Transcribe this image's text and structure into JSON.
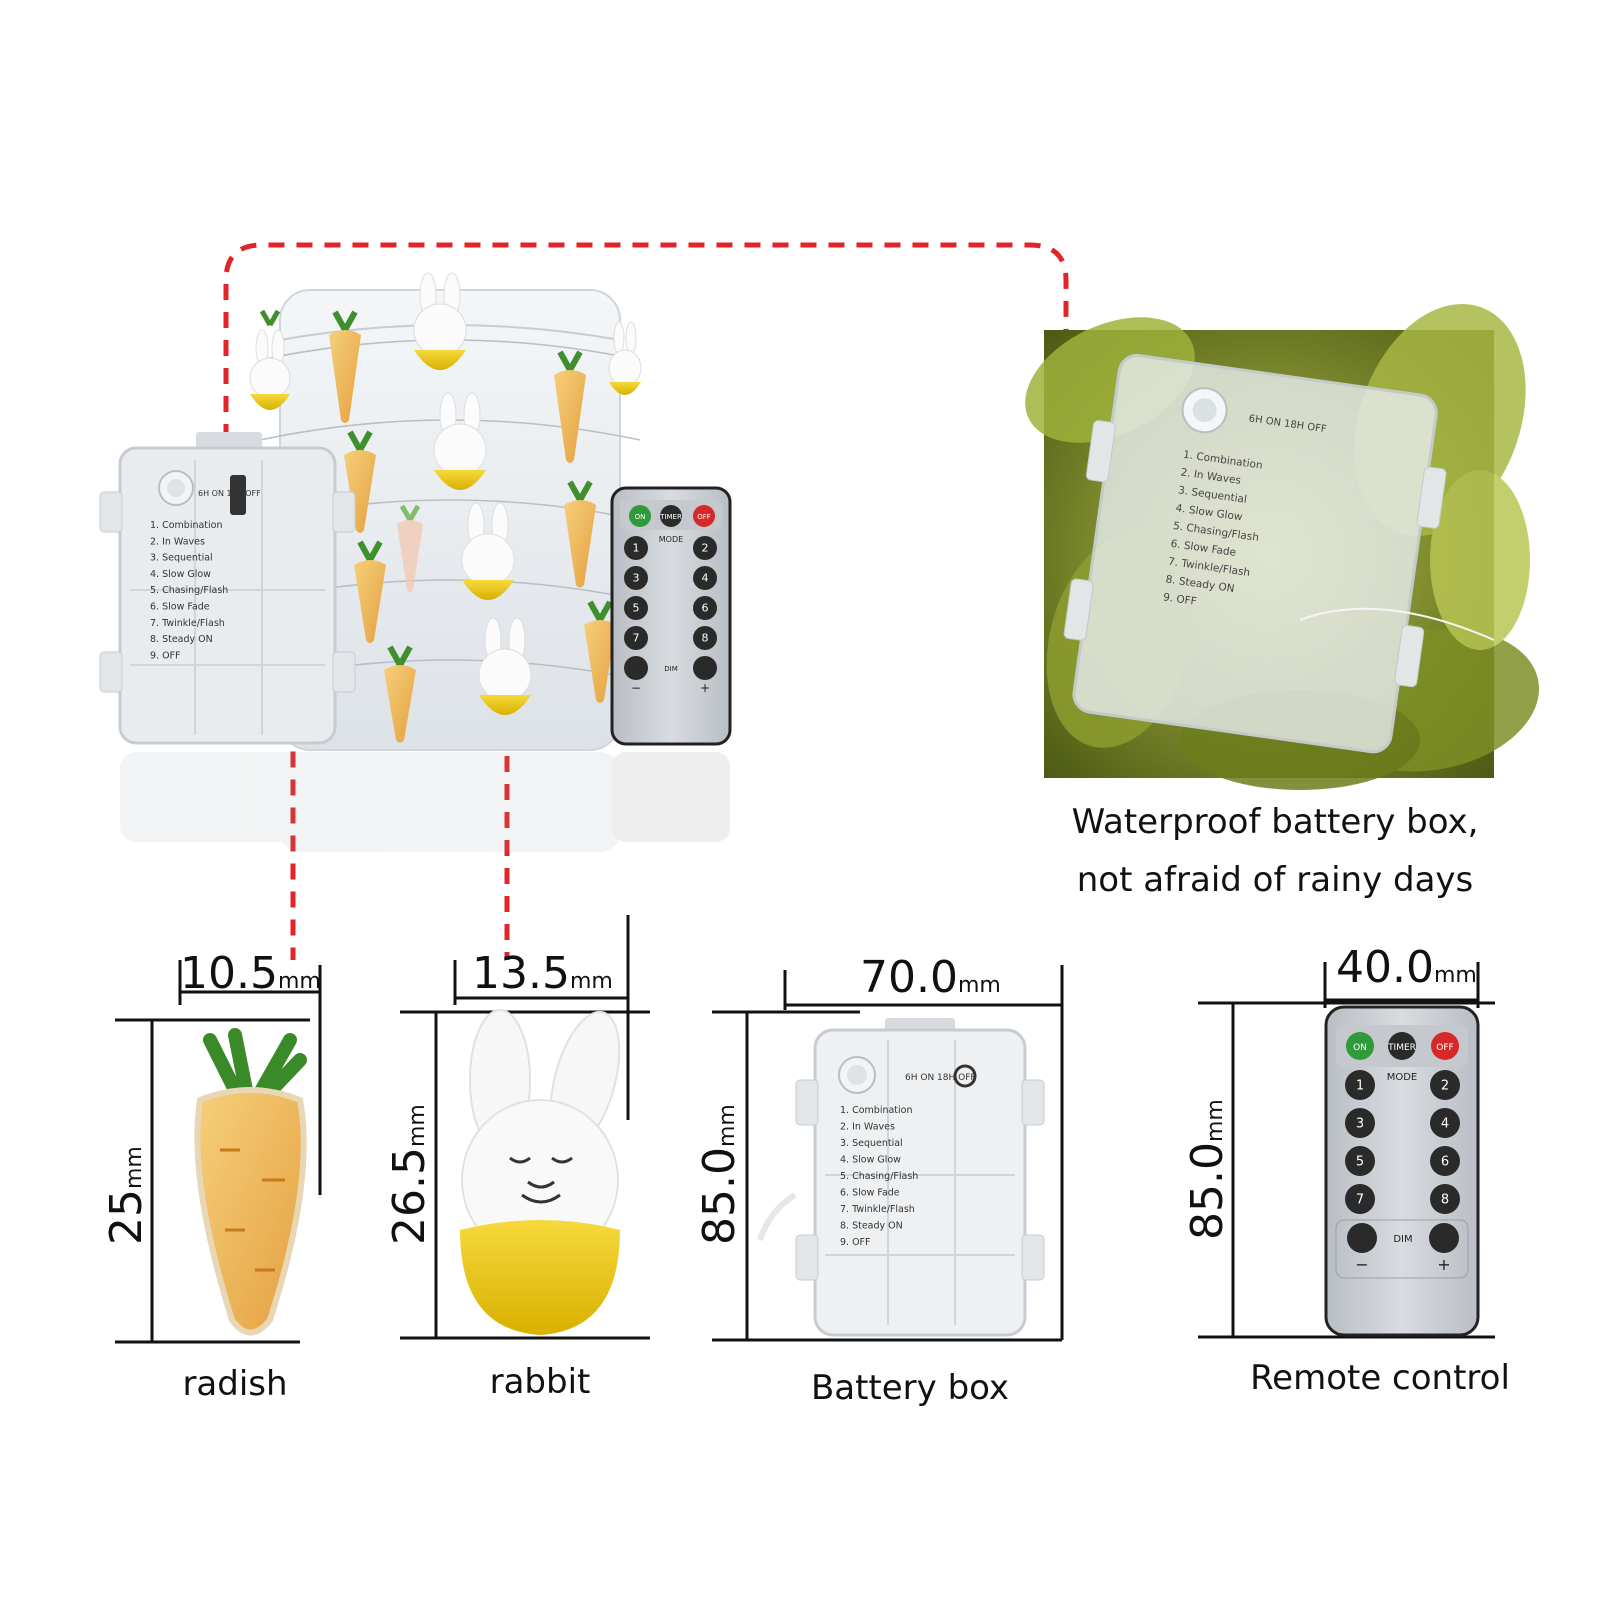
{
  "captions": {
    "waterproof_line1": "Waterproof battery box,",
    "waterproof_line2": "not afraid of rainy days",
    "radish": "radish",
    "rabbit": "rabbit",
    "battery_box": "Battery box",
    "remote_control": "Remote control"
  },
  "dimensions": {
    "radish_width": "10.5",
    "radish_height": "25",
    "rabbit_width": "13.5",
    "rabbit_height": "26.5",
    "battery_width": "70.0",
    "battery_height": "85.0",
    "remote_width": "40.0",
    "remote_height": "85.0",
    "unit": "mm"
  },
  "battery_modes": [
    "1. Combination",
    "2. In Waves",
    "3. Sequential",
    "4. Slow Glow",
    "5. Chasing/Flash",
    "6. Slow Fade",
    "7. Twinkle/Flash",
    "8. Steady ON",
    "9. OFF"
  ],
  "battery_timer_label": "6H ON 18H OFF",
  "remote": {
    "on": "ON",
    "timer": "TIMER",
    "off": "OFF",
    "mode": "MODE",
    "dim": "DIM",
    "minus": "−",
    "plus": "+",
    "numbers": [
      "1",
      "2",
      "3",
      "4",
      "5",
      "6",
      "7",
      "8"
    ]
  },
  "colors": {
    "dashed_line": "#e0242a",
    "remote_on": "#2e9a3a",
    "remote_off": "#d62828",
    "remote_body": "#c9cdd2",
    "leaf": "#8a9a2a"
  }
}
